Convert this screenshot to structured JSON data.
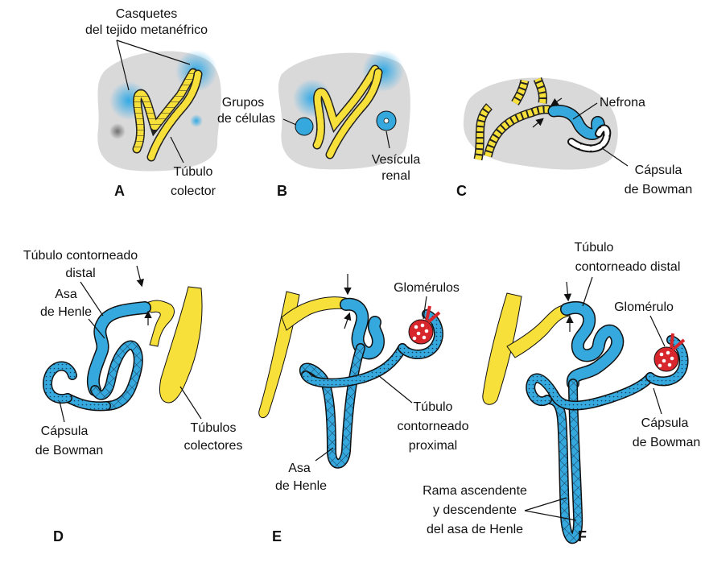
{
  "panels": {
    "a": "A",
    "b": "B",
    "c": "C",
    "d": "D",
    "e": "E",
    "f": "F"
  },
  "labels": {
    "a_caps_1": "Casquetes",
    "a_caps_2": "del tejido metanéfrico",
    "a_tub_1": "Túbulo",
    "a_tub_2": "colector",
    "b_groups_1": "Grupos",
    "b_groups_2": "de células",
    "b_ves_1": "Vesícula",
    "b_ves_2": "renal",
    "c_neph": "Nefrona",
    "c_caps_1": "Cápsula",
    "c_caps_2": "de Bowman",
    "d_dist_1": "Túbulo contorneado",
    "d_dist_2": "distal",
    "d_asa_1": "Asa",
    "d_asa_2": "de Henle",
    "d_caps_1": "Cápsula",
    "d_caps_2": "de Bowman",
    "d_tub_1": "Túbulos",
    "d_tub_2": "colectores",
    "e_glom": "Glomérulos",
    "e_prox_1": "Túbulo",
    "e_prox_2": "contorneado",
    "e_prox_3": "proximal",
    "e_asa_1": "Asa",
    "e_asa_2": "de Henle",
    "f_dist_1": "Túbulo",
    "f_dist_2": "contorneado distal",
    "f_glom": "Glomérulo",
    "f_caps_1": "Cápsula",
    "f_caps_2": "de Bowman",
    "f_rama_1": "Rama ascendente",
    "f_rama_2": "y descendente",
    "f_rama_3": "del asa de Henle"
  },
  "colors": {
    "tissue": "#d9d9da",
    "cap": "#3fb0e6",
    "collecting": "#f7e03a",
    "nephron": "#35a8de",
    "glomerulus": "#d7262c",
    "outline": "#111111"
  }
}
